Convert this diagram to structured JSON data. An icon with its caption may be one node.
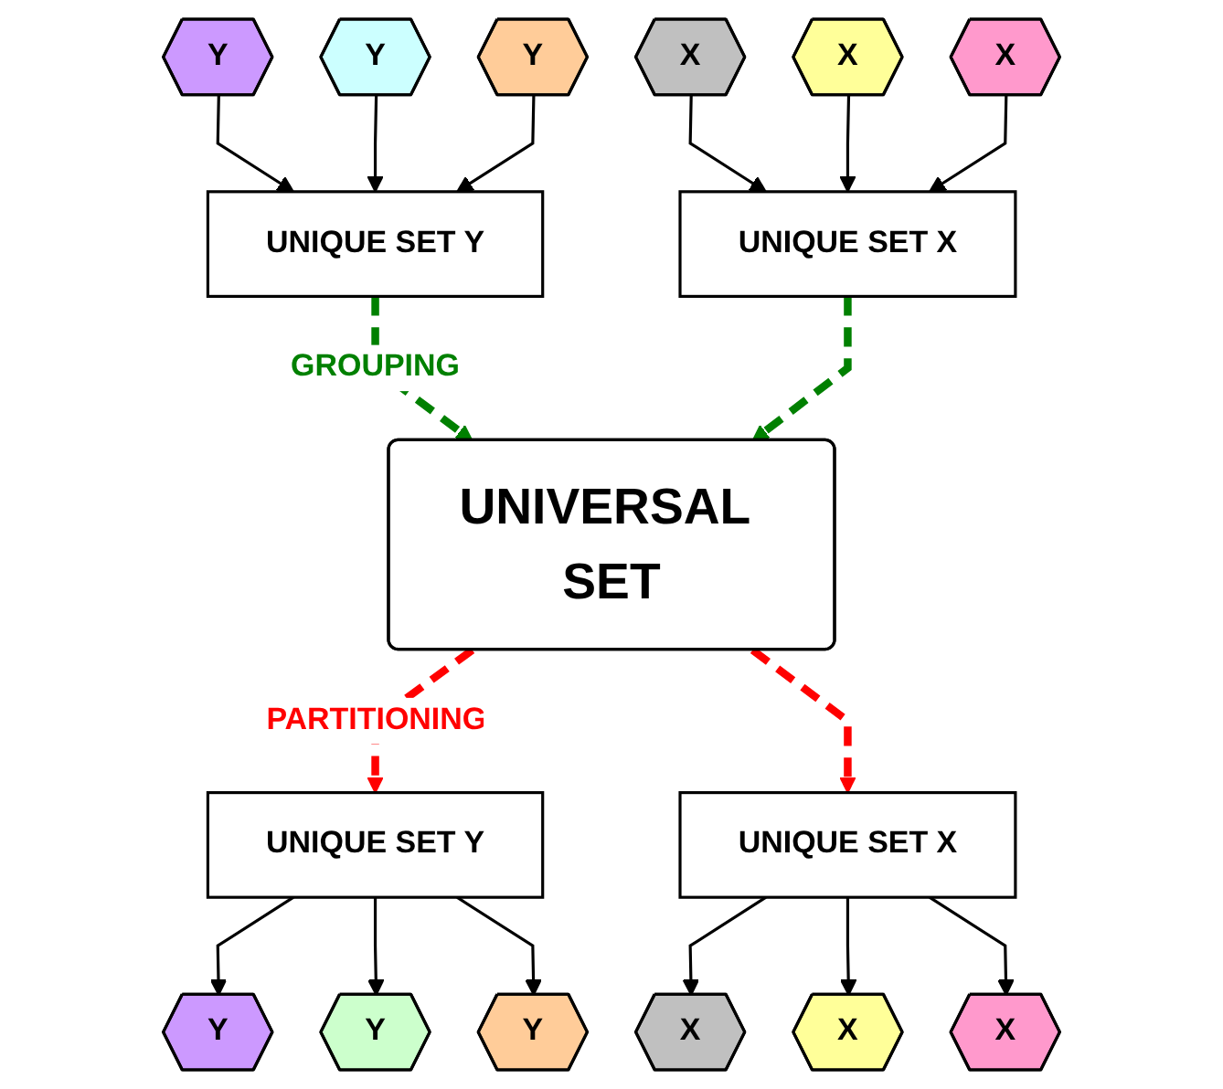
{
  "diagram": {
    "nodes": [
      {
        "text": [
          "Y"
        ]
      },
      {
        "text": [
          "Y"
        ]
      },
      {
        "text": [
          "Y"
        ]
      },
      {
        "text": [
          "X"
        ]
      },
      {
        "text": [
          "X"
        ]
      },
      {
        "text": [
          "X"
        ]
      },
      {
        "text": [
          "UNIQUE SET Y"
        ]
      },
      {
        "text": [
          "UNIQUE SET X"
        ]
      },
      {
        "text": [
          "UNIVERSAL SET"
        ]
      },
      {
        "text": [
          "UNIQUE SET Y"
        ]
      },
      {
        "text": [
          "UNIQUE SET X"
        ]
      },
      {
        "text": [
          "Y"
        ]
      },
      {
        "text": [
          "Y"
        ]
      },
      {
        "text": [
          "Y"
        ]
      },
      {
        "text": [
          "X"
        ]
      },
      {
        "text": [
          "X"
        ]
      },
      {
        "text": [
          "X"
        ]
      }
    ],
    "edges": [
      {
        "from": 0,
        "to": 6,
        "arrow": "to"
      },
      {
        "from": 1,
        "to": 6,
        "arrow": "to"
      },
      {
        "from": 2,
        "to": 6,
        "arrow": "to"
      },
      {
        "from": 3,
        "to": 7,
        "arrow": "to"
      },
      {
        "from": 4,
        "to": 7,
        "arrow": "to"
      },
      {
        "from": 5,
        "to": 7,
        "arrow": "to"
      },
      {
        "from": 6,
        "to": 8,
        "arrow": "to",
        "label": "GROUPING",
        "style": "dashed",
        "color": "#008000"
      },
      {
        "from": 7,
        "to": 8,
        "arrow": "to",
        "style": "dashed",
        "color": "#008000"
      },
      {
        "from": 8,
        "to": 9,
        "arrow": "to",
        "label": "PARTITIONING",
        "style": "dashed",
        "color": "#ff0000"
      },
      {
        "from": 8,
        "to": 10,
        "arrow": "to",
        "style": "dashed",
        "color": "#ff0000"
      },
      {
        "from": 9,
        "to": 11,
        "arrow": "to"
      },
      {
        "from": 9,
        "to": 12,
        "arrow": "to"
      },
      {
        "from": 9,
        "to": 13,
        "arrow": "to"
      },
      {
        "from": 10,
        "to": 14,
        "arrow": "to"
      },
      {
        "from": 10,
        "to": 15,
        "arrow": "to"
      },
      {
        "from": 10,
        "to": 16,
        "arrow": "to"
      }
    ]
  }
}
